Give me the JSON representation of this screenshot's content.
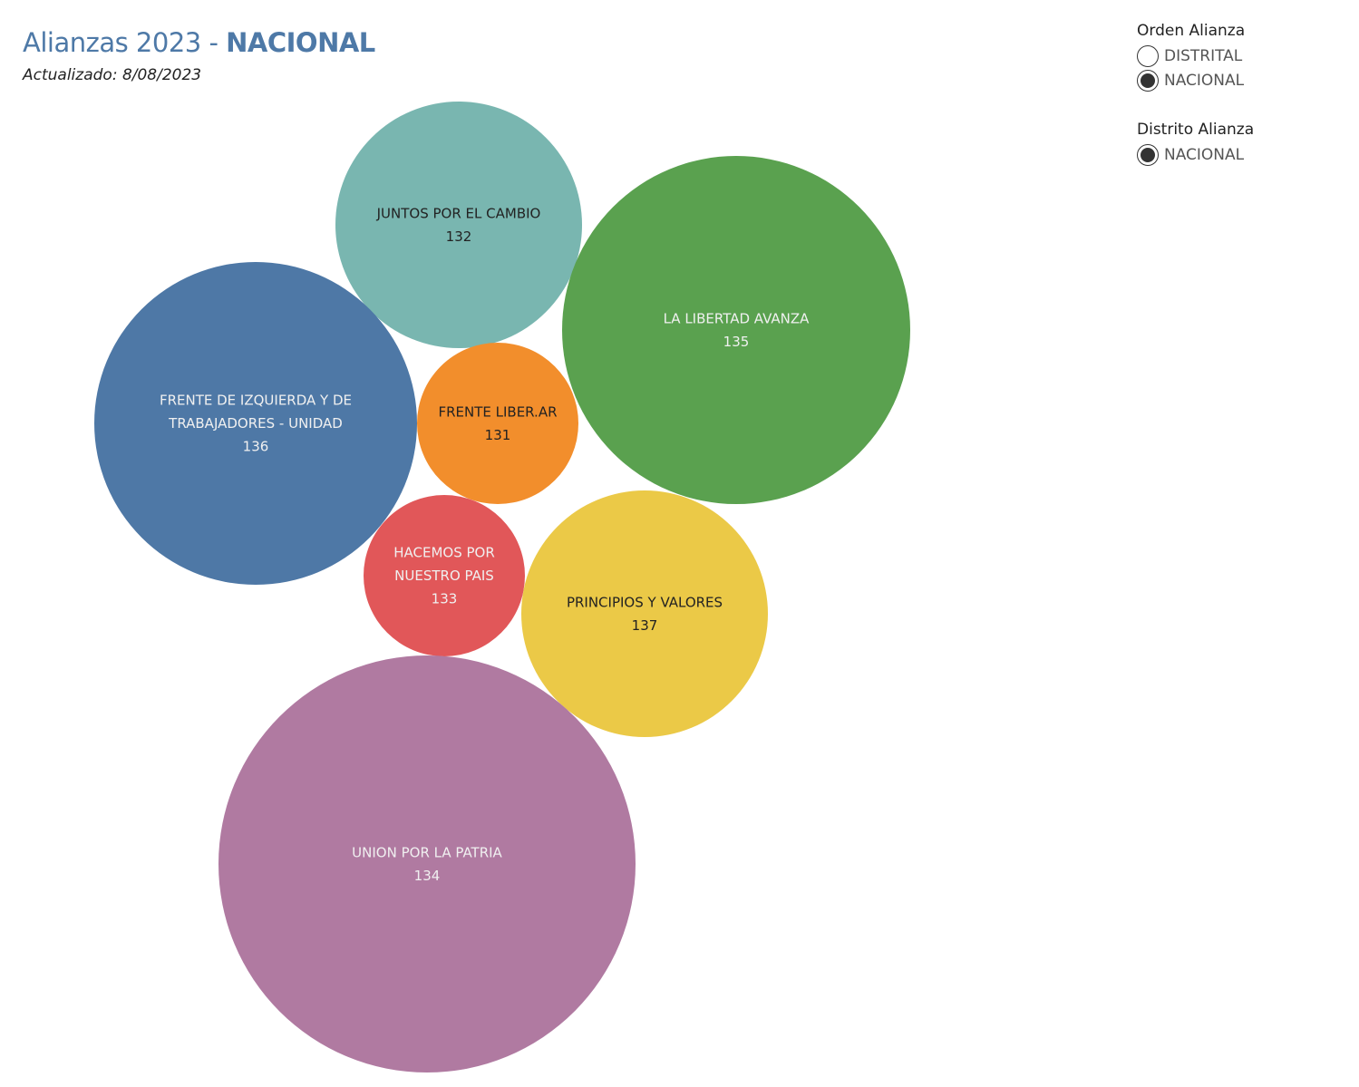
{
  "header": {
    "title_prefix": "Alianzas 2023 - ",
    "title_bold": "NACIONAL",
    "subtitle": "Actualizado: 8/08/2023"
  },
  "filters": [
    {
      "title": "Orden Alianza",
      "options": [
        {
          "label": "DISTRITAL",
          "selected": false
        },
        {
          "label": "NACIONAL",
          "selected": true
        }
      ]
    },
    {
      "title": "Distrito Alianza",
      "options": [
        {
          "label": "NACIONAL",
          "selected": true
        }
      ]
    }
  ],
  "chart_data": {
    "type": "packed-bubble",
    "bubbles": [
      {
        "name": [
          "JUNTOS POR EL CAMBIO"
        ],
        "code": "132",
        "color": "#79b6b0",
        "text": "#222"
      },
      {
        "name": [
          "LA LIBERTAD AVANZA"
        ],
        "code": "135",
        "color": "#5aa14f",
        "text": "#f0f0f0"
      },
      {
        "name": [
          "FRENTE DE IZQUIERDA Y DE",
          "TRABAJADORES - UNIDAD"
        ],
        "code": "136",
        "color": "#4e78a6",
        "text": "#f0f0f0"
      },
      {
        "name": [
          "FRENTE LIBER.AR"
        ],
        "code": "131",
        "color": "#f28e2c",
        "text": "#222"
      },
      {
        "name": [
          "HACEMOS POR",
          "NUESTRO PAIS"
        ],
        "code": "133",
        "color": "#e15759",
        "text": "#f0f0f0"
      },
      {
        "name": [
          "PRINCIPIOS Y  VALORES"
        ],
        "code": "137",
        "color": "#ebc947",
        "text": "#222"
      },
      {
        "name": [
          "UNION POR LA PATRIA"
        ],
        "code": "134",
        "color": "#b07aa1",
        "text": "#f0f0f0"
      }
    ]
  }
}
